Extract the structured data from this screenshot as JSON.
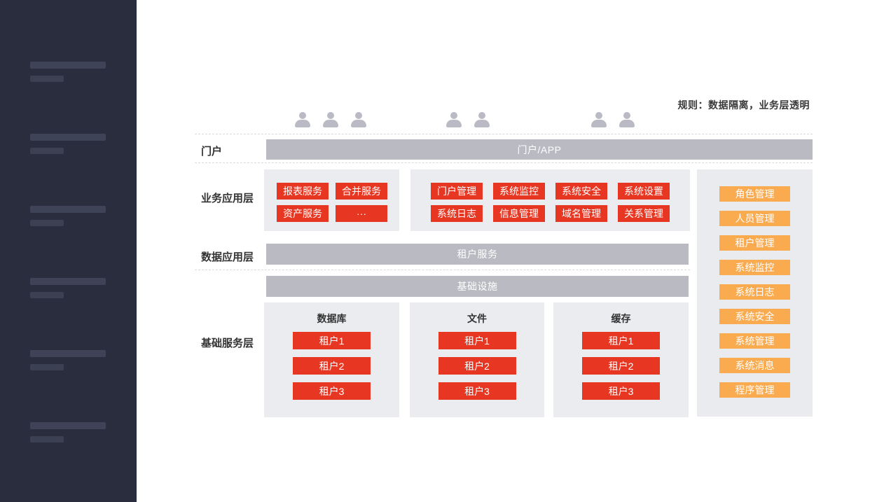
{
  "note": "规则：数据隔离，业务层透明",
  "colors": {
    "sidebar_bg": "#2a2d3e",
    "skeleton": "#3e4357",
    "bar_gray": "#b9bac2",
    "panel_gray": "#ebecf0",
    "node_red": "#e73722",
    "node_orange": "#fbab4f",
    "text_dark": "#333333",
    "text_white": "#ffffff"
  },
  "sidebar": {
    "skeleton_rows": [
      "",
      "",
      "",
      "",
      "",
      ""
    ]
  },
  "user_groups": [
    {
      "icons": [
        "user-icon",
        "user-icon",
        "user-icon"
      ]
    },
    {
      "icons": [
        "user-icon",
        "user-icon"
      ]
    },
    {
      "icons": [
        "user-icon",
        "user-icon"
      ]
    }
  ],
  "layers": {
    "portal": {
      "label": "门户",
      "bar": "门户/APP"
    },
    "business": {
      "label": "业务应用层",
      "group1": [
        "报表服务",
        "合并服务",
        "资产服务",
        "···"
      ],
      "group2": [
        "门户管理",
        "系统监控",
        "系统安全",
        "系统设置",
        "系统日志",
        "信息管理",
        "域名管理",
        "关系管理"
      ]
    },
    "data": {
      "label": "数据应用层",
      "bar": "租户服务"
    },
    "infra_bar": "基础设施",
    "base": {
      "label": "基础服务层",
      "groups": [
        {
          "title": "数据库",
          "items": [
            "租户1",
            "租户2",
            "租户3"
          ]
        },
        {
          "title": "文件",
          "items": [
            "租户1",
            "租户2",
            "租户3"
          ]
        },
        {
          "title": "缓存",
          "items": [
            "租户1",
            "租户2",
            "租户3"
          ]
        }
      ]
    },
    "management": {
      "items": [
        "角色管理",
        "人员管理",
        "租户管理",
        "系统监控",
        "系统日志",
        "系统安全",
        "系统管理",
        "系统消息",
        "程序管理"
      ]
    }
  }
}
